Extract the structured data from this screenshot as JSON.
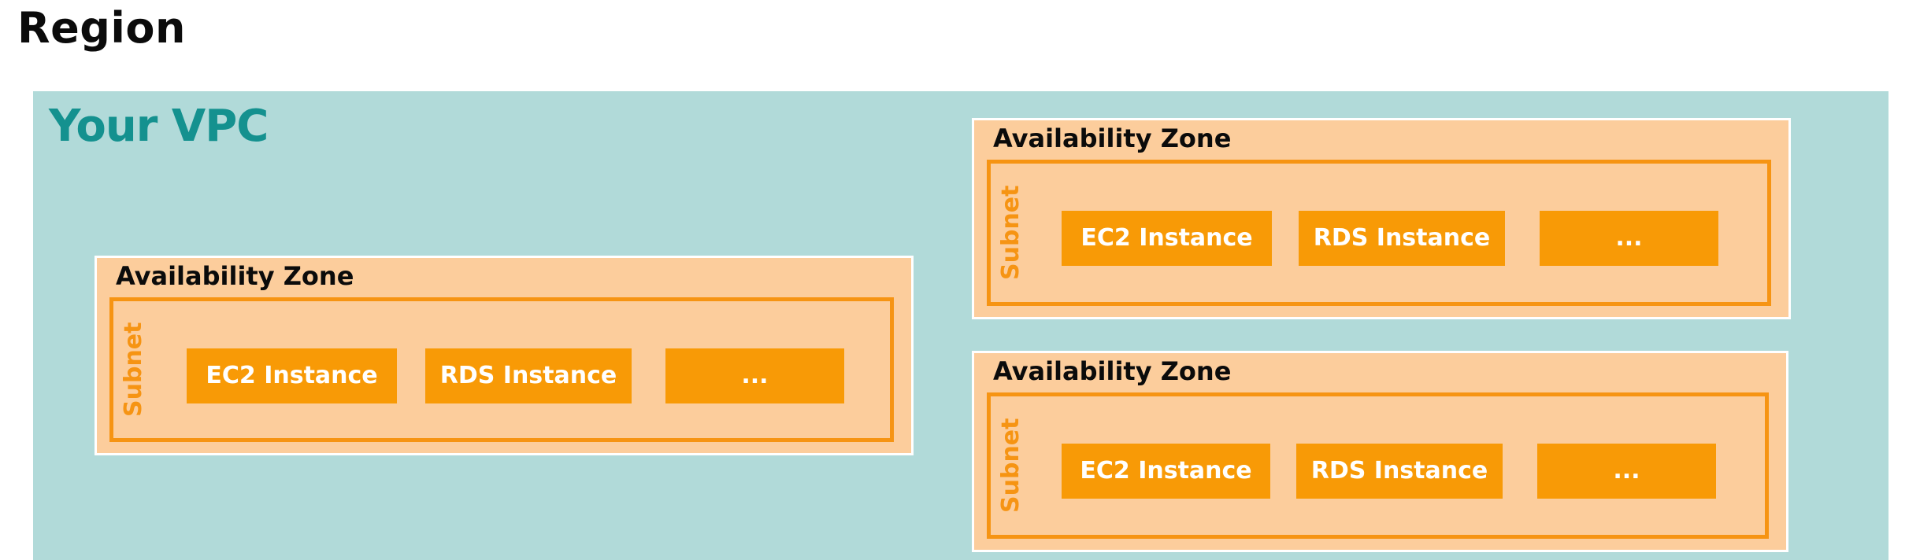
{
  "region": {
    "title": "Region"
  },
  "vpc": {
    "title": "Your VPC",
    "availability_zones": [
      {
        "label": "Availability Zone",
        "subnet": {
          "label": "Subnet",
          "items": [
            "EC2 Instance",
            "RDS Instance",
            "..."
          ]
        }
      },
      {
        "label": "Availability Zone",
        "subnet": {
          "label": "Subnet",
          "items": [
            "EC2 Instance",
            "RDS Instance",
            "..."
          ]
        }
      },
      {
        "label": "Availability Zone",
        "subnet": {
          "label": "Subnet",
          "items": [
            "EC2 Instance",
            "RDS Instance",
            "..."
          ]
        }
      }
    ]
  },
  "colors": {
    "vpc_background": "#b1dad9",
    "vpc_title": "#14918f",
    "az_background": "#fccd9c",
    "subnet_border": "#f69413",
    "instance_fill": "#f89a06"
  }
}
